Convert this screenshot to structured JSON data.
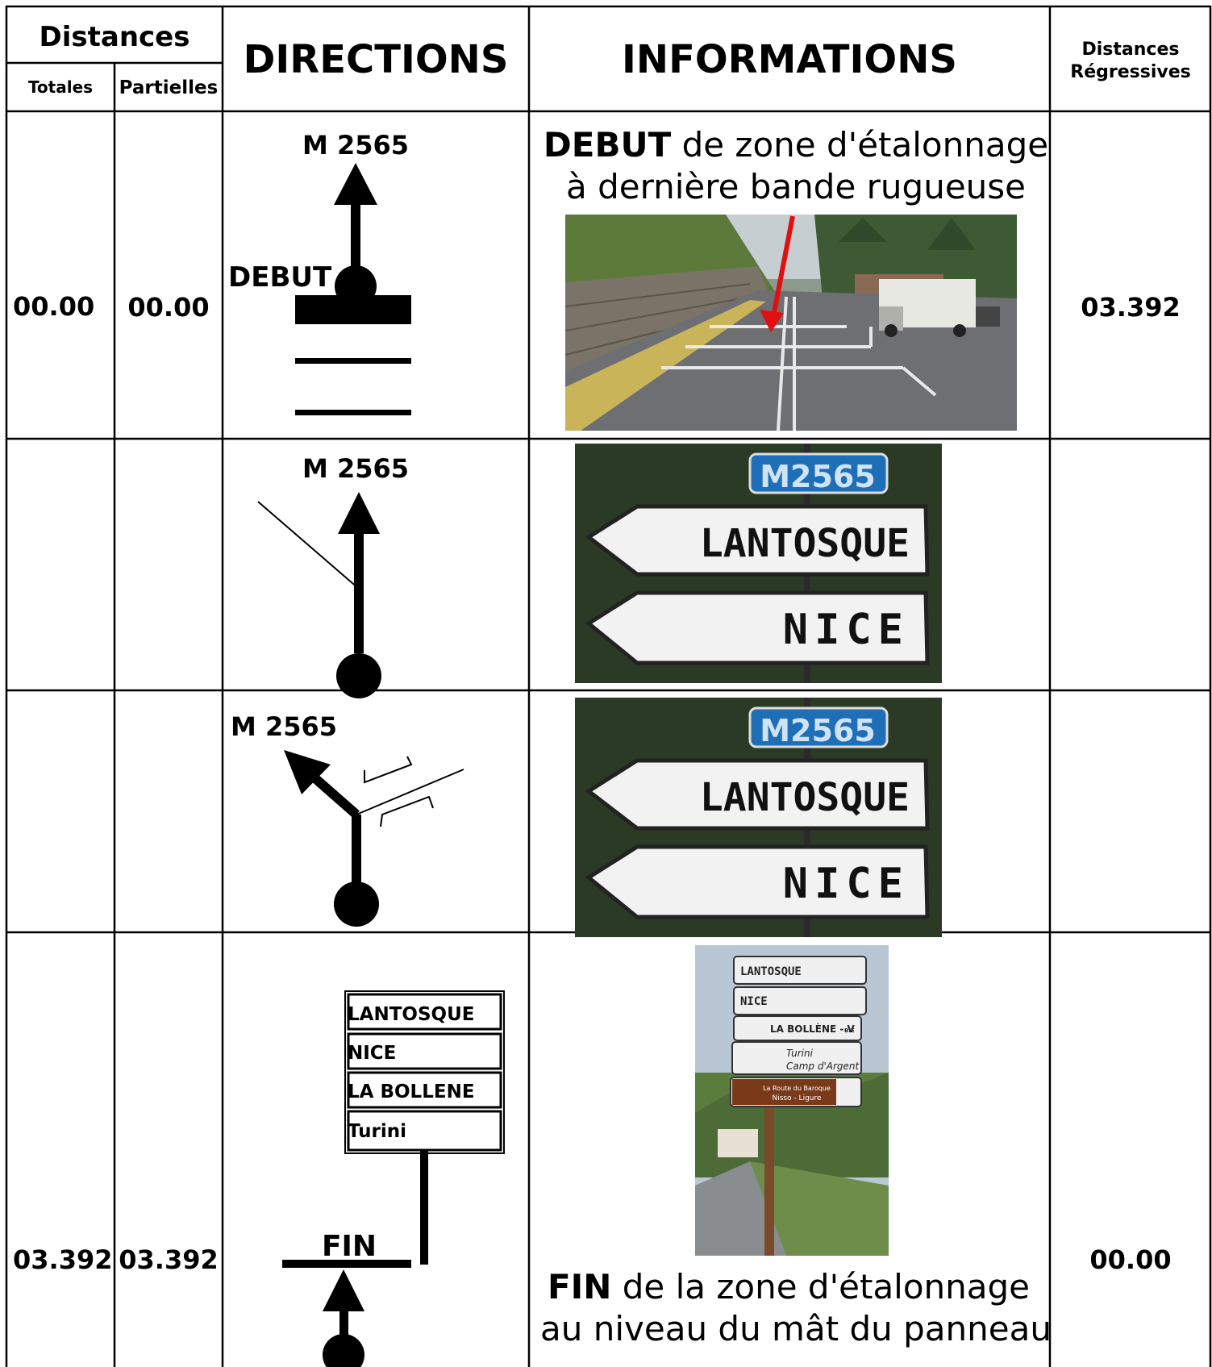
{
  "header": {
    "distances": "Distances",
    "totales": "Totales",
    "partielles": "Partielles",
    "directions": "DIRECTIONS",
    "informations": "INFORMATIONS",
    "distances_regressives_1": "Distances",
    "distances_regressives_2": "Régressives"
  },
  "rows": [
    {
      "totale": "00.00",
      "partielle": "00.00",
      "road": "M 2565",
      "marker": "DEBUT",
      "info_bold": "DEBUT",
      "info_rest": " de zone d'étalonnage",
      "info_line2": "à dernière bande rugueuse",
      "regressive": "03.392"
    },
    {
      "totale": "",
      "partielle": "",
      "road": "M 2565",
      "sign": {
        "road": "M2565",
        "top": "LANTOSQUE",
        "bottom": "NICE"
      },
      "regressive": ""
    },
    {
      "totale": "",
      "partielle": "",
      "road": "M 2565",
      "sign": {
        "road": "M2565",
        "top": "LANTOSQUE",
        "bottom": "NICE"
      },
      "regressive": ""
    },
    {
      "totale": "03.392",
      "partielle": "03.392",
      "panels": [
        "LANTOSQUE",
        "NICE",
        "LA BOLLENE",
        "Turini"
      ],
      "marker": "FIN",
      "photo_panels": [
        "LANTOSQUE",
        "NICE",
        "LA BOLLÈNE - V",
        "BIE",
        "Turini",
        "Camp d'Argent",
        "La Route du Baroque",
        "Nisso - Ligure"
      ],
      "info_bold": "FIN",
      "info_rest": " de la zone d'étalonnage",
      "info_line2": "au niveau du mât du panneau",
      "regressive": "00.00"
    }
  ],
  "colors": {
    "grid": "#000000",
    "sign_blue": "#1f6fb8",
    "arrow_red": "#e01010",
    "brown_sign": "#7a3a1a"
  }
}
